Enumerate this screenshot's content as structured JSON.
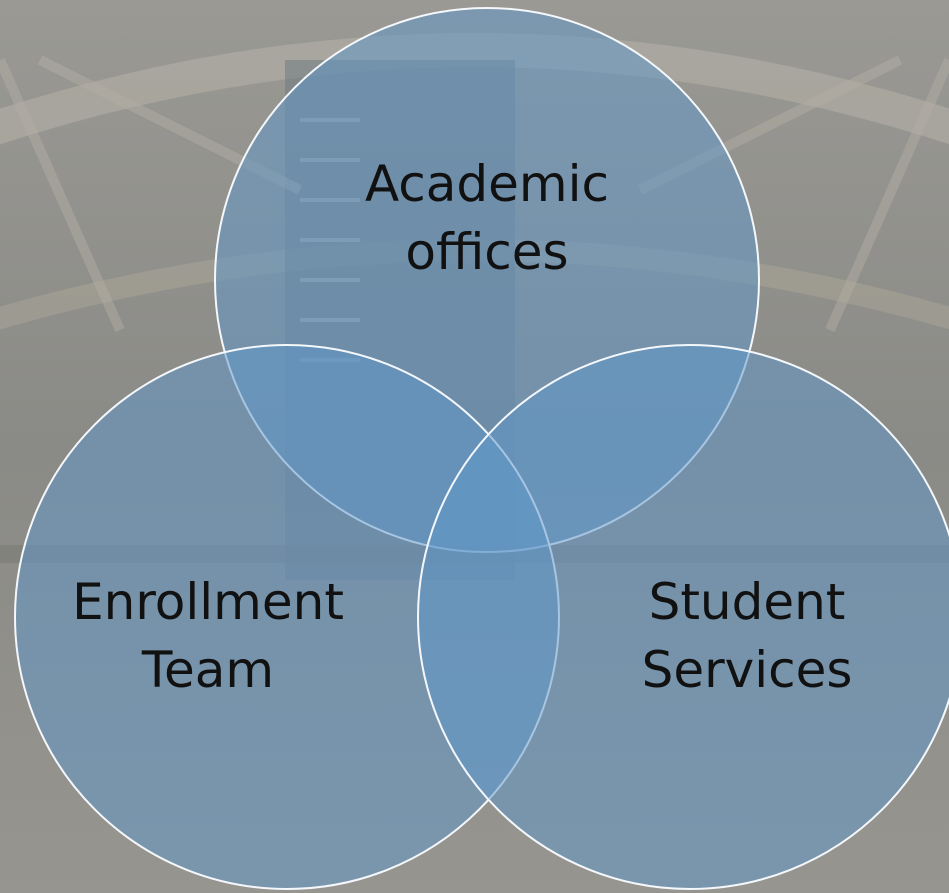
{
  "diagram": {
    "type": "venn",
    "colors": {
      "circle_fill": "#5f97c9",
      "circle_stroke": "#f4f7fb"
    },
    "circles": [
      {
        "lines": [
          "Academic",
          "offices"
        ]
      },
      {
        "lines": [
          "Enrollment",
          "Team"
        ]
      },
      {
        "lines": [
          "Student",
          "Services"
        ]
      }
    ]
  }
}
